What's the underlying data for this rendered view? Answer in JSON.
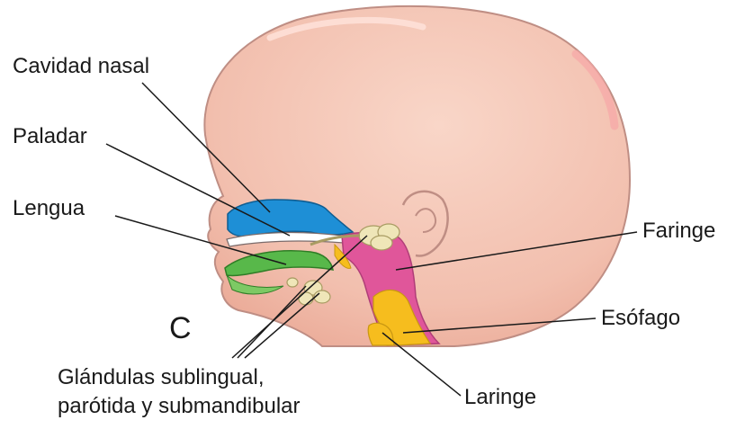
{
  "labels": {
    "nasal_cavity": "Cavidad nasal",
    "palate": "Paladar",
    "tongue": "Lengua",
    "pharynx": "Faringe",
    "esophagus": "Esófago",
    "larynx": "Laringe",
    "panel_letter": "C",
    "glands_line1": "Glándulas sublingual,",
    "glands_line2": "parótida y submandibular"
  },
  "colors": {
    "skin": "#f4c4b3",
    "skin_outline": "#bf8e84",
    "nasal_cavity": "#1e8fd6",
    "pharynx": "#e0569a",
    "esophagus": "#f6bd1e",
    "tongue": "#58b84a",
    "glands": "#efe6b8"
  }
}
